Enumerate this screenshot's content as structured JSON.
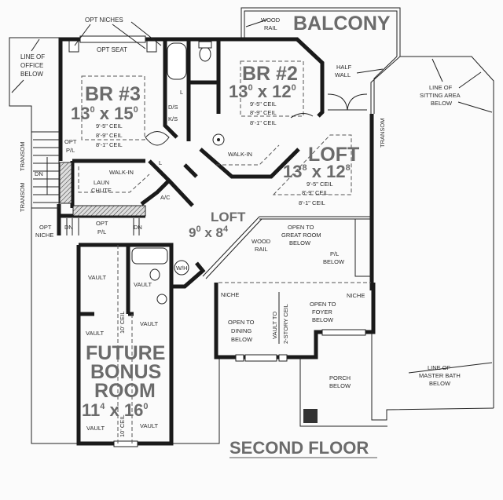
{
  "title": "SECOND FLOOR",
  "labels": {
    "opt_niches": "OPT NICHES",
    "opt_seat": "OPT SEAT",
    "office_below": [
      "LINE OF",
      "OFFICE",
      "BELOW"
    ],
    "ds": "D/S",
    "ks": "K/S",
    "linen": "L",
    "transom": "TRANSOM",
    "dn": "DN",
    "opt_pl": [
      "OPT",
      "P/L"
    ],
    "walk_in": "WALK-IN",
    "laun_chute": [
      "LAUN",
      "CHUTE"
    ],
    "ac": "A/C",
    "opt_niche": [
      "OPT",
      "NICHE"
    ],
    "balcony": "BALCONY",
    "wood_rail": [
      "WOOD",
      "RAIL"
    ],
    "half_wall": [
      "HALF",
      "WALL"
    ],
    "sitting_below": [
      "LINE OF",
      "SITTING AREA",
      "BELOW"
    ],
    "great_room": [
      "OPEN TO",
      "GREAT ROOM",
      "BELOW"
    ],
    "pl_below": [
      "P/L",
      "BELOW"
    ],
    "wh": "W/H",
    "vault": "VAULT",
    "ceil10": [
      "10'",
      "CEIL"
    ],
    "niche": "NICHE",
    "dining": [
      "OPEN TO",
      "DINING",
      "BELOW"
    ],
    "vault_to": [
      "VAULT TO",
      "2-STORY CEIL"
    ],
    "foyer": [
      "OPEN TO",
      "FOYER",
      "BELOW"
    ],
    "porch": [
      "PORCH",
      "BELOW"
    ],
    "master_bath": [
      "LINE OF",
      "MASTER BATH",
      "BELOW"
    ]
  },
  "rooms": {
    "br3": {
      "name": "BR #3",
      "w": "13",
      "w_in": "0",
      "x": "x",
      "h": "15",
      "h_in": "0",
      "ceil": [
        "9'-5\" CEIL",
        "8'-9\" CEIL",
        "8'-1\" CEIL"
      ]
    },
    "br2": {
      "name": "BR #2",
      "w": "13",
      "w_in": "0",
      "x": "x",
      "h": "12",
      "h_in": "0",
      "ceil": [
        "9'-5\" CEIL",
        "8'-9\" CEIL",
        "8'-1\" CEIL"
      ]
    },
    "loft_big": {
      "name": "LOFT",
      "w": "13",
      "w_in": "8",
      "x": "x",
      "h": "12",
      "h_in": "8",
      "ceil": [
        "9'-5\" CEIL",
        "8'-9\" CEIL",
        "8'-1\" CEIL"
      ]
    },
    "loft_small": {
      "name": "LOFT",
      "w": "9",
      "w_in": "0",
      "x": "x",
      "h": "8",
      "h_in": "4"
    },
    "bonus": {
      "name": [
        "FUTURE",
        "BONUS",
        "ROOM"
      ],
      "w": "11",
      "w_in": "4",
      "x": "x",
      "h": "16",
      "h_in": "0"
    }
  }
}
